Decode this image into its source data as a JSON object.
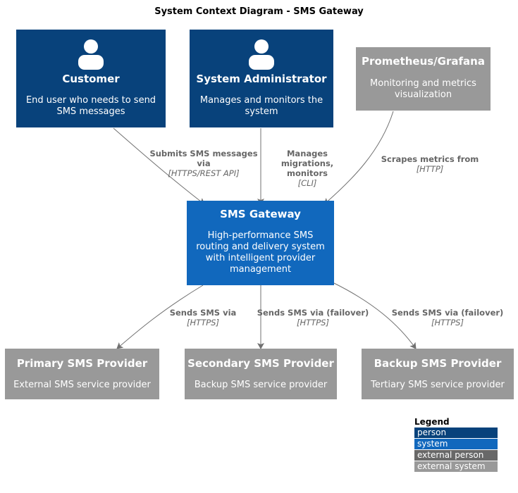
{
  "title": "System Context Diagram - SMS Gateway",
  "colors": {
    "person": "#08427b",
    "system": "#1168bd",
    "external_person": "#686868",
    "external_system": "#999999",
    "arrow": "#707070"
  },
  "nodes": {
    "customer": {
      "name": "Customer",
      "description": "End user who needs to send SMS messages",
      "icon": "person-icon"
    },
    "admin": {
      "name": "System Administrator",
      "description": "Manages and monitors the system",
      "icon": "person-icon"
    },
    "monitoring": {
      "name": "Prometheus/Grafana",
      "description": "Monitoring and metrics visualization"
    },
    "gateway": {
      "name": "SMS Gateway",
      "description": "High-performance SMS routing and delivery system with intelligent provider management"
    },
    "primary": {
      "name": "Primary SMS Provider",
      "description": "External SMS service provider"
    },
    "secondary": {
      "name": "Secondary SMS Provider",
      "description": "Backup SMS service provider"
    },
    "backup": {
      "name": "Backup SMS Provider",
      "description": "Tertiary SMS service provider"
    }
  },
  "relations": {
    "customer_gateway": {
      "label": "Submits SMS messages via",
      "protocol": "[HTTPS/REST API]"
    },
    "admin_gateway": {
      "label": "Manages migrations, monitors",
      "protocol": "[CLI]"
    },
    "monitoring_gateway": {
      "label": "Scrapes metrics from",
      "protocol": "[HTTP]"
    },
    "gateway_primary": {
      "label": "Sends SMS via",
      "protocol": "[HTTPS]"
    },
    "gateway_secondary": {
      "label": "Sends SMS via (failover)",
      "protocol": "[HTTPS]"
    },
    "gateway_backup": {
      "label": "Sends SMS via (failover)",
      "protocol": "[HTTPS]"
    }
  },
  "legend": {
    "title": "Legend",
    "items": [
      "person",
      "system",
      "external person",
      "external system"
    ]
  }
}
